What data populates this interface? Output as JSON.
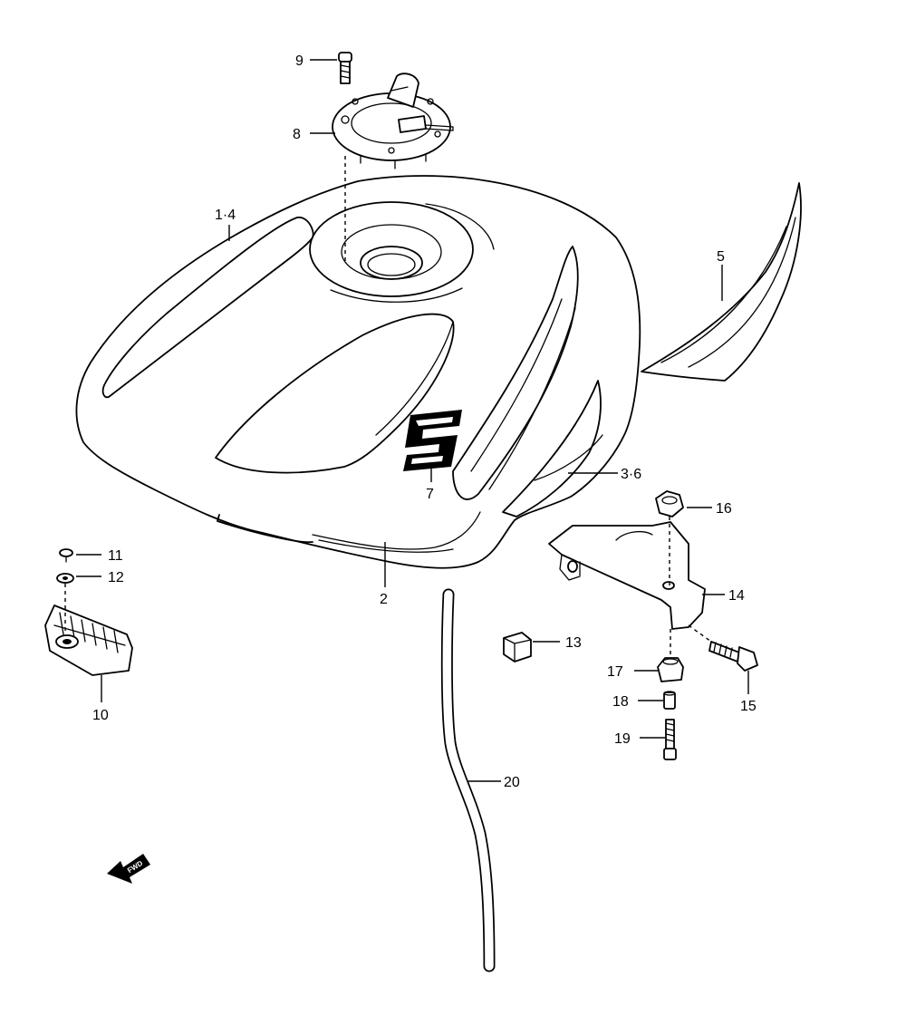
{
  "callouts": {
    "c1_4": "1·4",
    "c2": "2",
    "c3_6": "3·6",
    "c5": "5",
    "c7": "7",
    "c8": "8",
    "c9": "9",
    "c10": "10",
    "c11": "11",
    "c12": "12",
    "c13": "13",
    "c14": "14",
    "c15": "15",
    "c16": "16",
    "c17": "17",
    "c18": "18",
    "c19": "19",
    "c20": "20"
  },
  "fwd_arrow": {
    "label": "FWD"
  }
}
